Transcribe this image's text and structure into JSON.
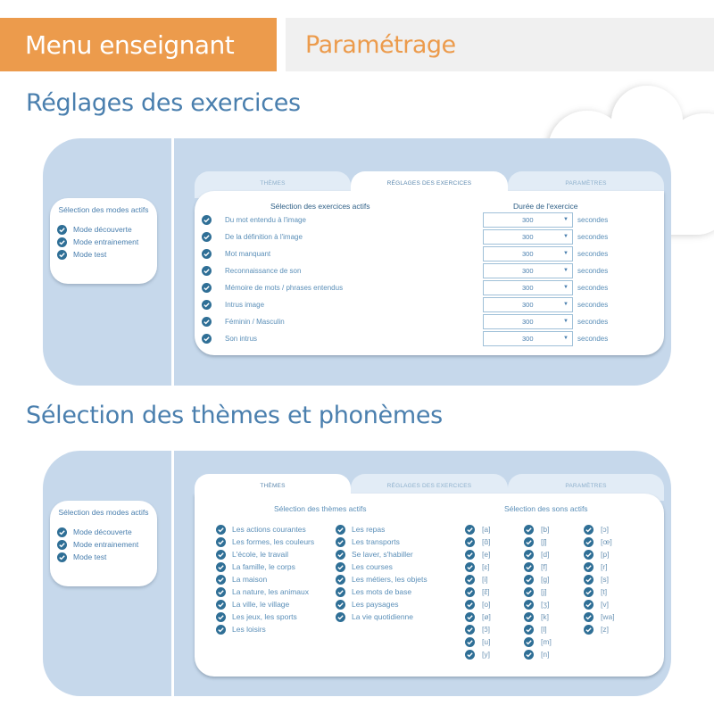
{
  "header": {
    "menu_label": "Menu enseignant",
    "page_label": "Paramétrage",
    "menu_bg": "#ec9b4c",
    "page_bg": "#f0f0f0"
  },
  "sections": {
    "exercises_title": "Réglages des exercices",
    "themes_title": "Sélection des thèmes et phonèmes"
  },
  "tabs": {
    "themes": "THÈMES",
    "exercises": "RÉGLAGES DES EXERCICES",
    "params": "PARAMÈTRES"
  },
  "modes": {
    "title": "Sélection des modes actifs",
    "items": [
      "Mode découverte",
      "Mode entrainement",
      "Mode test"
    ]
  },
  "exercises": {
    "col_head_left": "Sélection des exercices actifs",
    "col_head_right": "Durée de l'exercice",
    "unit": "secondes",
    "rows": [
      {
        "label": "Du mot entendu à l'image",
        "duration": "300"
      },
      {
        "label": "De la définition à l'image",
        "duration": "300"
      },
      {
        "label": "Mot manquant",
        "duration": "300"
      },
      {
        "label": "Reconnaissance de son",
        "duration": "300"
      },
      {
        "label": "Mémoire de mots / phrases entendus",
        "duration": "300"
      },
      {
        "label": "Intrus image",
        "duration": "300"
      },
      {
        "label": "Féminin / Masculin",
        "duration": "300"
      },
      {
        "label": "Son intrus",
        "duration": "300"
      }
    ]
  },
  "themes": {
    "col_head": "Sélection des thèmes actifs",
    "col1": [
      "Les actions courantes",
      "Les formes, les couleurs",
      "L'école, le travail",
      "La famille, le corps",
      "La maison",
      "La nature, les animaux",
      "La ville, le village",
      "Les jeux, les sports",
      "Les loisirs"
    ],
    "col2": [
      "Les repas",
      "Les transports",
      "Se laver, s'habiller",
      "Les courses",
      "Les métiers, les objets",
      "Les mots de base",
      "Les paysages",
      "La vie quotidienne"
    ]
  },
  "sounds": {
    "col_head": "Sélection des sons actifs",
    "col1": [
      "[a]",
      "[ɑ̃]",
      "[e]",
      "[ɛ]",
      "[i]",
      "[ɛ̃]",
      "[o]",
      "[ø]",
      "[ɔ̃]",
      "[u]",
      "[y]"
    ],
    "col2": [
      "[b]",
      "[ʃ]",
      "[d]",
      "[f]",
      "[g]",
      "[j]",
      "[ʒ]",
      "[k]",
      "[l]",
      "[m]",
      "[n]"
    ],
    "col3": [
      "[ɔ]",
      "[œ]",
      "[p]",
      "[r]",
      "[s]",
      "[t]",
      "[v]",
      "[wa]",
      "[z]"
    ]
  },
  "colors": {
    "panel_bg": "#c6d8eb",
    "check_bg": "#2f6f96",
    "title_blue": "#4a7fae"
  }
}
